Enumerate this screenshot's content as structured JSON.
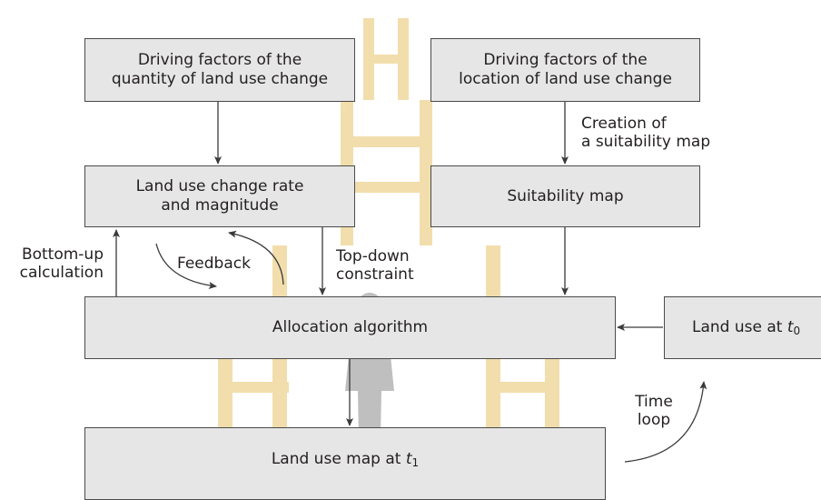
{
  "boxes": {
    "quantity_factors": "Driving factors of the quantity of land use change",
    "location_factors": "Driving factors of the location of land use change",
    "change_rate": "Land use change rate and magnitude",
    "suitability_map": "Suitability map",
    "allocation": "Allocation algorithm",
    "land_use_t0": {
      "prefix": "Land use at ",
      "var": "t",
      "sub": "0"
    },
    "land_use_map_t1": {
      "prefix": "Land use map at ",
      "var": "t",
      "sub": "1"
    }
  },
  "labels": {
    "creation_line1": "Creation of",
    "creation_line2": "a suitability map",
    "bottom_up_line1": "Bottom-up",
    "bottom_up_line2": "calculation",
    "feedback": "Feedback",
    "top_down_line1": "Top-down",
    "top_down_line2": "constraint",
    "time_line1": "Time",
    "time_line2": "loop"
  },
  "colors": {
    "box_fill": "#e6e6e6",
    "box_border": "#4a4a4a",
    "text": "#231f20",
    "arrow": "#3a3a3a",
    "watermark_gold": "#e9c46a",
    "watermark_figure": "#8a8a8a"
  }
}
